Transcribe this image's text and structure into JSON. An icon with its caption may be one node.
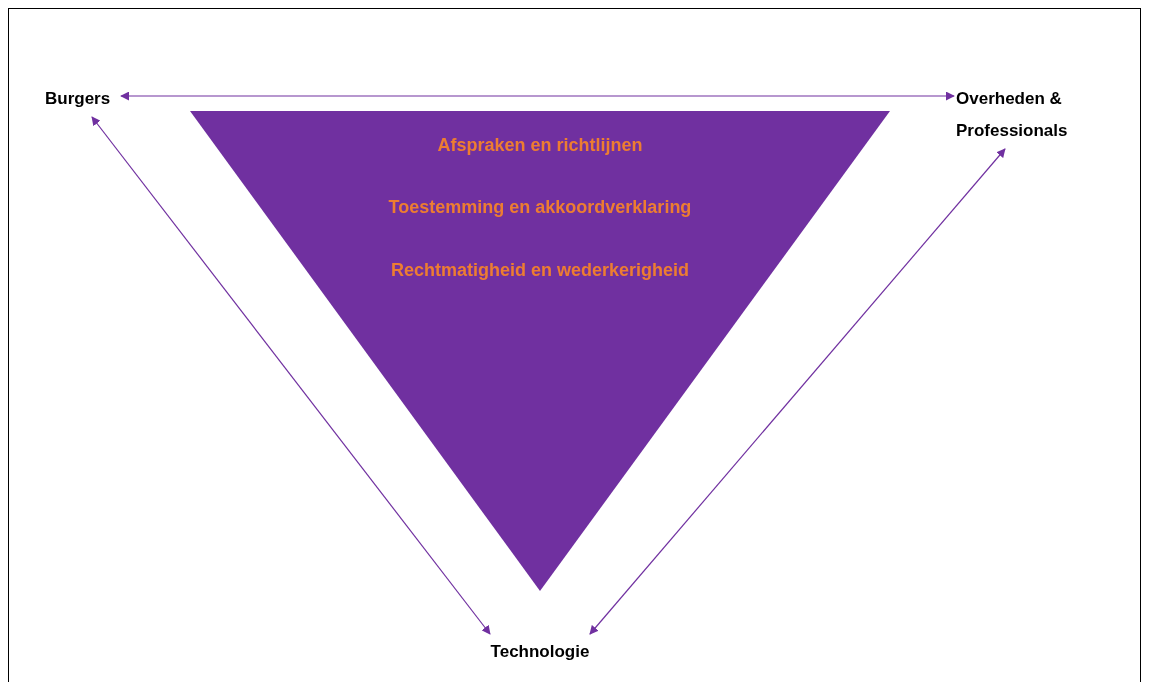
{
  "diagram": {
    "nodes": [
      {
        "text": [
          "Burgers"
        ]
      },
      {
        "text": [
          "Overheden & Professionals"
        ]
      },
      {
        "text": [
          "Technologie"
        ]
      },
      {
        "text": [
          "Afspraken en richtlijnen",
          "Toestemming en akkoordverklaring",
          "Rechtmatigheid en wederkerigheid"
        ]
      }
    ],
    "edges": [
      {
        "from": 0,
        "to": 1,
        "arrow": "both"
      },
      {
        "from": 0,
        "to": 2,
        "arrow": "both"
      },
      {
        "from": 1,
        "to": 2,
        "arrow": "both"
      }
    ]
  }
}
